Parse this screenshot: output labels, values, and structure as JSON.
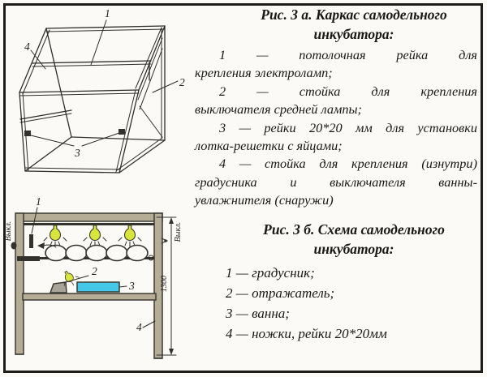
{
  "figure_a": {
    "title": [
      "Рис. 3 а. Каркас самодельного",
      "инкубатора:"
    ],
    "caption_lines": [
      "1 — потолочная рейка для",
      "крепления электроламп;",
      "2 — стойка для крепления",
      "выключателя средней лампы;",
      "3 — рейки 20*20 мм для установки",
      "лотка-решетки с яйцами;",
      "4 — стойка для крепления (изнутри)",
      "градусника и выключателя ванны-",
      "увлажнителя (снаружи)"
    ],
    "labels": {
      "ceiling_rail": "1",
      "switch_post": "2",
      "egg_rails": "3",
      "inner_post": "4"
    }
  },
  "figure_b": {
    "title": [
      "Рис. 3 б. Схема самодельного",
      "инкубатора:"
    ],
    "items": [
      "1 — градусник;",
      "2 — отражатель;",
      "3 — ванна;",
      "4 — ножки, рейки 20*20мм"
    ],
    "labels": {
      "thermometer": "1",
      "reflector": "2",
      "bath": "3",
      "legs": "4"
    },
    "switch_label_left": "Выкл.",
    "switch_label_right": "Выкл.",
    "height_dimension": "1300"
  },
  "colors": {
    "beam": "#b5ad96",
    "bulb": "#d8e53c",
    "bath": "#45c8e8",
    "reflector": "#a8a49a",
    "ink": "#1b1b1a"
  }
}
